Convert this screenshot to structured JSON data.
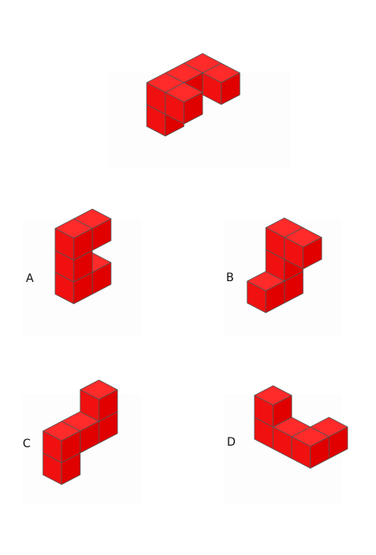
{
  "question": {
    "figure_name": "reference-shape"
  },
  "options": [
    {
      "label": "A"
    },
    {
      "label": "B"
    },
    {
      "label": "C"
    },
    {
      "label": "D"
    }
  ],
  "colors": {
    "cube_top": "#ff2a2a",
    "cube_left": "#f01010",
    "cube_right": "#e00000",
    "edge": "#555555"
  }
}
